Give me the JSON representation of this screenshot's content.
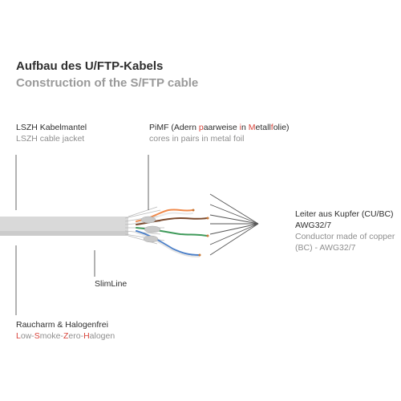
{
  "title": {
    "de": "Aufbau des U/FTP-Kabels",
    "en": "Construction of the S/FTP cable"
  },
  "labels": {
    "jacket": {
      "de": "LSZH Kabelmantel",
      "en": "LSZH cable jacket"
    },
    "pimf": {
      "de_parts": [
        {
          "text": "PiMF (Adern ",
          "hl": false
        },
        {
          "text": "p",
          "hl": true
        },
        {
          "text": "aarweise ",
          "hl": false
        },
        {
          "text": "i",
          "hl": true
        },
        {
          "text": "n ",
          "hl": false
        },
        {
          "text": "M",
          "hl": true
        },
        {
          "text": "etall",
          "hl": false
        },
        {
          "text": "f",
          "hl": true
        },
        {
          "text": "olie)",
          "hl": false
        }
      ],
      "en": "cores in pairs in metal foil"
    },
    "conductor": {
      "de": "Leiter aus Kupfer (CU/BC)",
      "de2": "AWG32/7",
      "en": "Conductor made of copper (BC) - AWG32/7"
    },
    "slimline": "SlimLine",
    "halogen": {
      "de": "Raucharm & Halogenfrei",
      "en_parts": [
        {
          "text": "L",
          "hl": true
        },
        {
          "text": "ow-",
          "hl": false
        },
        {
          "text": "S",
          "hl": true
        },
        {
          "text": "moke-",
          "hl": false
        },
        {
          "text": "Z",
          "hl": true
        },
        {
          "text": "ero-",
          "hl": false
        },
        {
          "text": "H",
          "hl": true
        },
        {
          "text": "alogen",
          "hl": false
        }
      ]
    }
  },
  "colors": {
    "cable_jacket": "#d9d9d9",
    "leader_line": "#555555",
    "highlight": "#d8433a",
    "pair_colors": [
      "#f08a4b",
      "#4a7fc9",
      "#3f9a5a",
      "#7a4a2e"
    ]
  }
}
